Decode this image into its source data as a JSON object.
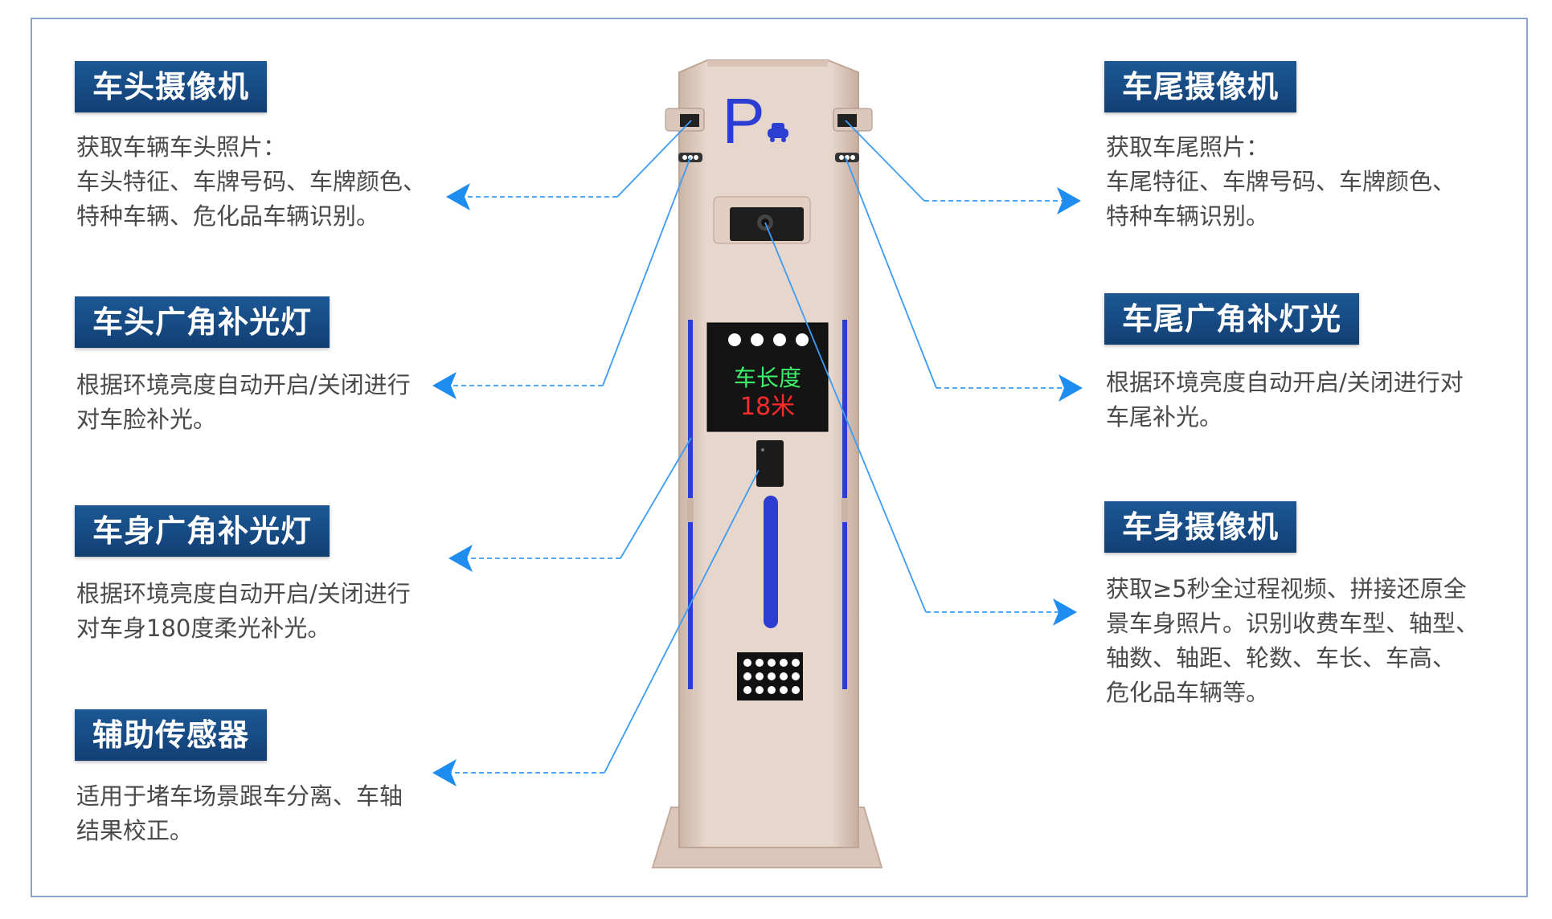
{
  "colors": {
    "title_bg": "#1a4f8c",
    "pillar": "#e4d2c8",
    "pillar_shade": "#cdb7aa",
    "accent_blue": "#2b3ed1",
    "arrow": "#1f8df0",
    "screen_green": "#3cf06a",
    "screen_red": "#ff2a2a"
  },
  "pillar": {
    "parking_letter": "P",
    "screen_line1": "车长度",
    "screen_line2": "18米"
  },
  "callouts": {
    "front_camera": {
      "title": "车头摄像机",
      "desc": "获取车辆车头照片：\n车头特征、车牌号码、车牌颜色、\n特种车辆、危化品车辆识别。"
    },
    "front_light": {
      "title": "车头广角补光灯",
      "desc": "根据环境亮度自动开启/关闭进行\n对车脸补光。"
    },
    "body_light": {
      "title": "车身广角补光灯",
      "desc": "根据环境亮度自动开启/关闭进行\n对车身180度柔光补光。"
    },
    "sensor": {
      "title": "辅助传感器",
      "desc": "适用于堵车场景跟车分离、车轴\n结果校正。"
    },
    "rear_camera": {
      "title": "车尾摄像机",
      "desc": "获取车尾照片：\n车尾特征、车牌号码、车牌颜色、\n特种车辆识别。"
    },
    "rear_light": {
      "title": "车尾广角补灯光",
      "desc": "根据环境亮度自动开启/关闭进行对\n车尾补光。"
    },
    "body_camera": {
      "title": "车身摄像机",
      "desc": "获取≥5秒全过程视频、拼接还原全\n景车身照片。识别收费车型、轴型、\n轴数、轴距、轮数、车长、车高、\n危化品车辆等。"
    }
  }
}
